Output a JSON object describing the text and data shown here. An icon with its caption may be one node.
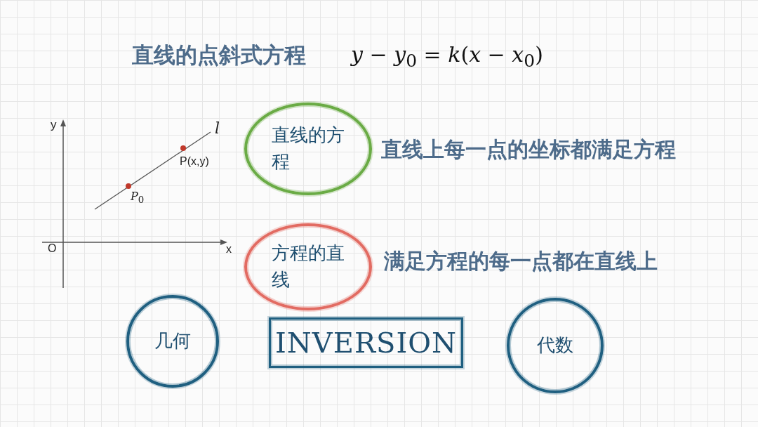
{
  "diagram": {
    "title": "直线的点斜式方程",
    "nodes": [
      {
        "text": [
          "直线的方程"
        ],
        "beside": [
          "直线上每一点的坐标都满足方程"
        ]
      },
      {
        "text": [
          "方程的直线"
        ],
        "beside": [
          "满足方程的每一点都在直线上"
        ]
      },
      {
        "text": [
          "几何"
        ]
      },
      {
        "text": [
          "INVERSION"
        ]
      },
      {
        "text": [
          "代数"
        ]
      }
    ],
    "edges": [],
    "labels": [
      "*y* − *y*$_{0}$ = *k*(*x* − *x*$_{0}$)",
      "y",
      "*l*",
      "P(x,y)",
      "*P*$_{0}$",
      "O",
      "x"
    ]
  }
}
